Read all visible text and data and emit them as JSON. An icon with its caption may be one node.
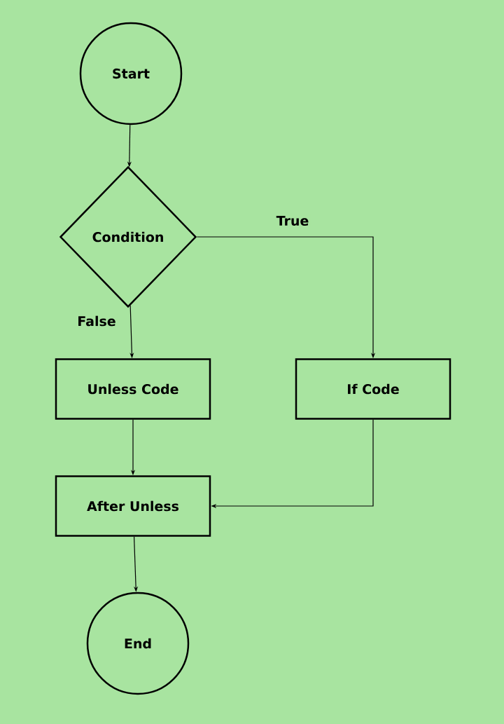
{
  "diagram": {
    "nodes": [
      {
        "text": [
          "Start"
        ]
      },
      {
        "text": [
          "Condition"
        ]
      },
      {
        "text": [
          "Unless Code"
        ]
      },
      {
        "text": [
          "If Code"
        ]
      },
      {
        "text": [
          "After Unless"
        ]
      },
      {
        "text": [
          "End"
        ]
      }
    ],
    "edges": [
      {
        "from": 0,
        "to": 1,
        "arrow": "to"
      },
      {
        "from": 1,
        "to": 3,
        "arrow": "to",
        "label": "True"
      },
      {
        "from": 1,
        "to": 2,
        "arrow": "to",
        "label": "False"
      },
      {
        "from": 2,
        "to": 4,
        "arrow": "to"
      },
      {
        "from": 3,
        "to": 4,
        "arrow": "to"
      },
      {
        "from": 4,
        "to": 5,
        "arrow": "to"
      }
    ]
  }
}
